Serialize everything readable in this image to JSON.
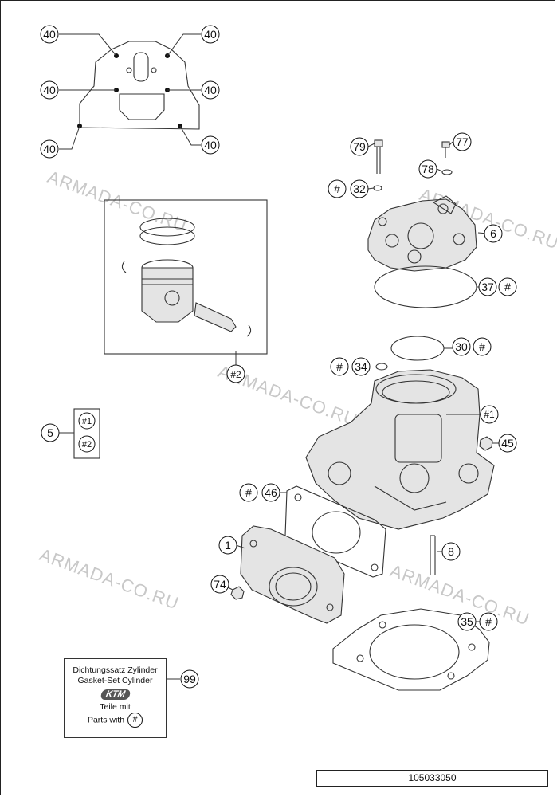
{
  "watermark": "ARMADA-CO.RU",
  "kit": {
    "line1": "Dichtungssatz Zylinder",
    "line2": "Gasket-Set Cylinder",
    "logo": "KTM",
    "line3": "Teile mit",
    "line4": "Parts with",
    "hash": "#"
  },
  "reference_number": "105033050",
  "callouts": {
    "c40": "40",
    "c2": "#2",
    "c1s": "#1",
    "c5": "5",
    "c79": "79",
    "c77": "77",
    "c78": "78",
    "c32": "32",
    "c6": "6",
    "c37": "37",
    "c30": "30",
    "c34": "34",
    "c1": "1",
    "c45": "45",
    "c46": "46",
    "c8": "8",
    "c74": "74",
    "c35": "35",
    "c99": "99",
    "hash": "#"
  }
}
